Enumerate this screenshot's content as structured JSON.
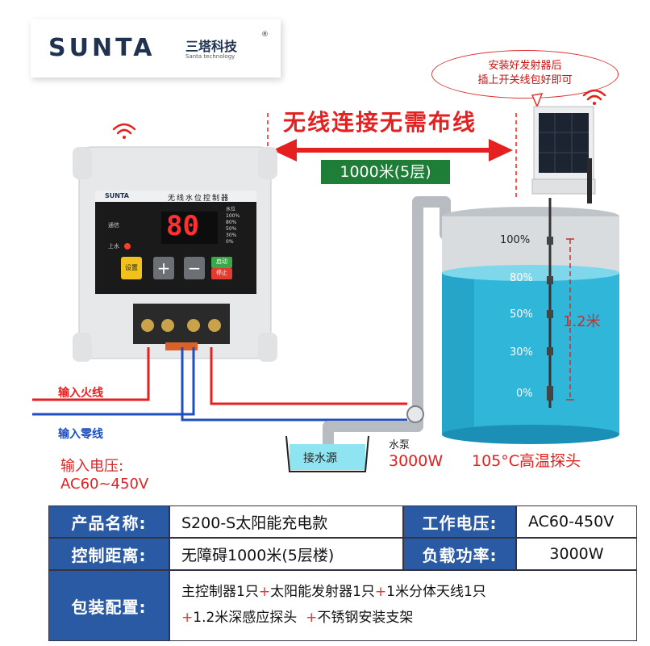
{
  "brand": {
    "logo_text": "SUNTA",
    "name_cn": "三塔科技",
    "subtitle": "Santa technology",
    "reg": "®"
  },
  "bubble": {
    "line1": "安装好发射器后",
    "line2": "插上开关线包好即可"
  },
  "headline": "无线连接无需布线",
  "distance_badge": "1000米(5层)",
  "controller": {
    "brand": "SUNTA",
    "title": "无线水位控制器",
    "display_value": "80",
    "indicator_labels": [
      "通信",
      "上水"
    ],
    "level_header": "水位",
    "level_marks": [
      "100%",
      "80%",
      "50%",
      "30%",
      "0%"
    ],
    "buttons": [
      "设置",
      "+",
      "−"
    ],
    "start_stop": {
      "top": "启动",
      "bottom": "停止"
    }
  },
  "wires": {
    "live": "输入火线",
    "neutral": "输入零线"
  },
  "voltage": {
    "label": "输入电压:",
    "value": "AC60~450V"
  },
  "pump": {
    "label": "水泵",
    "power": "3000W"
  },
  "water_source": "接水源",
  "probe": "105°C高温探头",
  "tank": {
    "levels": [
      "100%",
      "80%",
      "50%",
      "30%",
      "0%"
    ],
    "depth": "1.2米"
  },
  "colors": {
    "red": "#e52020",
    "green": "#1e7d36",
    "table_blue": "#2b5aa4",
    "wire_blue": "#1f4fbf"
  },
  "table": {
    "r1": {
      "h1": "产品名称:",
      "v1": "S200-S太阳能充电款",
      "h2": "工作电压:",
      "v2": "AC60-450V"
    },
    "r2": {
      "h1": "控制距离:",
      "v1": "无障碍1000米(5层楼)",
      "h2": "负载功率:",
      "v2": "3000W"
    },
    "r3": {
      "h1": "包装配置:",
      "items": [
        "主控制器1只",
        "太阳能发射器1只",
        "1米分体天线1只",
        "1.2米深感应探头",
        "不锈钢安装支架"
      ],
      "plus": "+"
    }
  }
}
